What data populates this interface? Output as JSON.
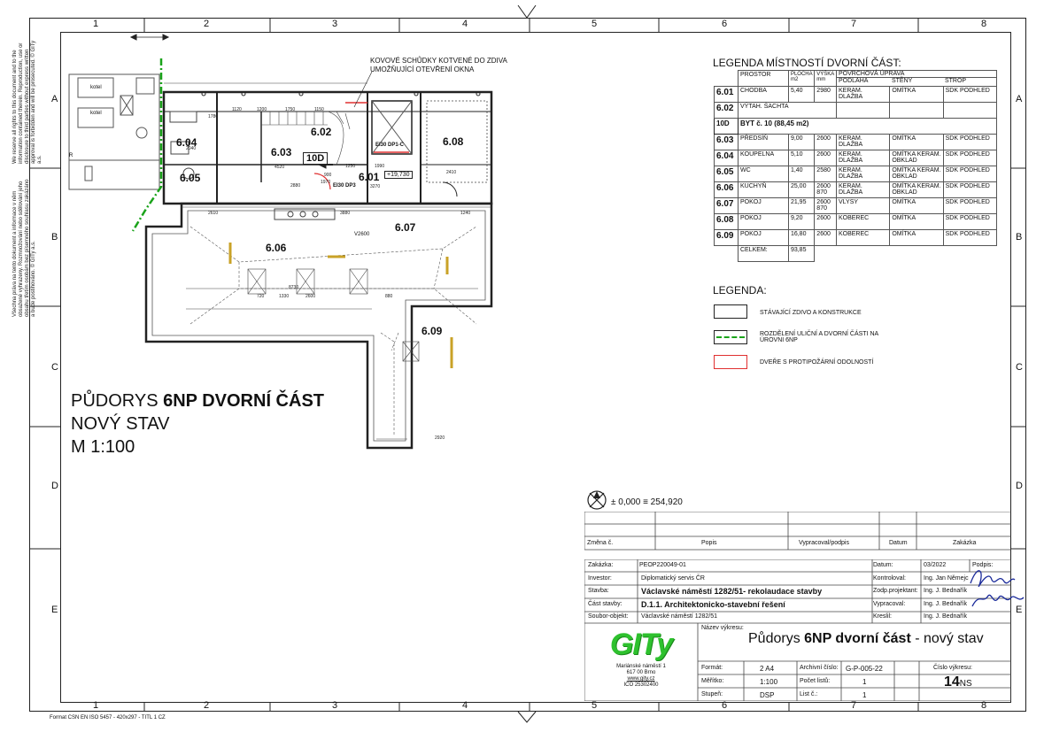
{
  "sheet": {
    "column_numbers": [
      "1",
      "2",
      "3",
      "4",
      "5",
      "6",
      "7",
      "8"
    ],
    "row_letters": [
      "A",
      "B",
      "C",
      "D",
      "E"
    ],
    "format_note": "Format CSN EN ISO 5457 - 420x297 - TITL 1 CZ",
    "side_note_en": "We reserve all rights to this document and to the information contained therein. Reproduction, use or disclosure to third parties without express written approval is forbidden and will be prosecuted. © GITy a.s.",
    "side_note_cz": "Všechna práva na tento dokument a informace v něm obsažené vyhrazeny. Rozmnožování nebo sdělování jeho obsahu třetím osobám bez písemného souhlasu zakázáno a bude postihováno. © GITy a.s."
  },
  "plan": {
    "title_prefix": "PŮDORYS ",
    "title_bold": "6NP  DVORNÍ ČÁST",
    "subtitle": "NOVÝ STAV",
    "scale": "M 1:100",
    "note": "KOVOVÉ SCHŮDKY KOTVENÉ DO ZDIVA UMOŽŇUJÍCÍ OTEVŘENÍ OKNA",
    "elevation": "± 0,000 ≡ 254,920",
    "level_mark": "+19,730",
    "apt_tag": "10D",
    "labels": [
      "kotel",
      "kotel",
      "R",
      "EI30 DP1-C",
      "EI30 DP3",
      "V2600"
    ],
    "rooms": [
      "6.01",
      "6.02",
      "6.03",
      "6.04",
      "6.05",
      "6.06",
      "6.07",
      "6.08",
      "6.09"
    ],
    "dims": [
      "1780",
      "1120",
      "1200",
      "1150",
      "1750",
      "4520",
      "2880",
      "900",
      "1970",
      "1250",
      "1990",
      "2410",
      "3270",
      "3880",
      "1240",
      "2610",
      "2040",
      "8730",
      "1330",
      "720",
      "2920",
      "2600",
      "880"
    ]
  },
  "legend_rooms": {
    "title": "LEGENDA MÍSTNOSTÍ DVORNÍ ČÁST:",
    "headers": {
      "prostor": "PROSTOR",
      "plocha": "PLOCHA m2",
      "vyska": "VÝŠKA mm",
      "povrch": "POVRCHOVÁ ÚPRAVA",
      "podlaha": "PODLAHA",
      "steny": "STĚNY",
      "strop": "STROP"
    },
    "rows": [
      {
        "num": "6.01",
        "name": "CHODBA",
        "area": "5,40",
        "height": "2980",
        "floor": "KERAM. DLAŽBA",
        "walls": "OMÍTKA",
        "ceiling": "SDK PODHLED"
      },
      {
        "num": "6.02",
        "name": "VÝTAH. ŠACHTA",
        "area": "",
        "height": "",
        "floor": "",
        "walls": "",
        "ceiling": ""
      },
      {
        "num": "10D",
        "name": "BYT č. 10 (88,45 m2)",
        "area": "",
        "height": "",
        "floor": "",
        "walls": "",
        "ceiling": ""
      },
      {
        "num": "6.03",
        "name": "PŘEDSÍŇ",
        "area": "9,00",
        "height": "2600",
        "floor": "KERAM. DLAŽBA",
        "walls": "OMÍTKA",
        "ceiling": "SDK PODHLED"
      },
      {
        "num": "6.04",
        "name": "KOUPELNA",
        "area": "5,10",
        "height": "2600",
        "floor": "KERAM. DLAŽBA",
        "walls": "OMÍTKA KERAM. OBKLAD",
        "ceiling": "SDK PODHLED"
      },
      {
        "num": "6.05",
        "name": "WC",
        "area": "1,40",
        "height": "2580",
        "floor": "KERAM. DLAŽBA",
        "walls": "OMÍTKA KERAM. OBKLAD",
        "ceiling": "SDK PODHLED"
      },
      {
        "num": "6.06",
        "name": "KUCHYŇ",
        "area": "25,00",
        "height": "2600 870",
        "floor": "KERAM. DLAŽBA",
        "walls": "OMÍTKA KERAM. OBKLAD",
        "ceiling": "SDK PODHLED"
      },
      {
        "num": "6.07",
        "name": "POKOJ",
        "area": "21,95",
        "height": "2600 870",
        "floor": "VLYSY",
        "walls": "OMÍTKA",
        "ceiling": "SDK PODHLED"
      },
      {
        "num": "6.08",
        "name": "POKOJ",
        "area": "9,20",
        "height": "2600",
        "floor": "KOBEREC",
        "walls": "OMÍTKA",
        "ceiling": "SDK PODHLED"
      },
      {
        "num": "6.09",
        "name": "POKOJ",
        "area": "16,80",
        "height": "2600",
        "floor": "KOBEREC",
        "walls": "OMÍTKA",
        "ceiling": "SDK PODHLED"
      }
    ],
    "total_label": "CELKEM:",
    "total_area": "93,85"
  },
  "legend": {
    "title": "LEGENDA:",
    "items": [
      "STÁVAJÍCÍ ZDIVO A KONSTRUKCE",
      "ROZDĚLENÍ ULIČNÍ A DVORNÍ ČÁSTI NA ÚROVNI 6NP",
      "DVEŘE S PROTIPOŽÁRNÍ ODOLNOSTÍ"
    ],
    "colors": {
      "wall": "#222222",
      "divider": "#1aa31a",
      "fire_door": "#e03030"
    }
  },
  "revisions": {
    "headers": [
      "Změna č.",
      "Popis",
      "Vypracoval/podpis",
      "Datum",
      "Zakázka"
    ]
  },
  "titleblock": {
    "rows": [
      {
        "label": "Zakázka:",
        "value": "PEOP220049-01"
      },
      {
        "label": "Investor:",
        "value": "Diplomatický servis ČR"
      },
      {
        "label": "Stavba:",
        "value": "Václavské náměstí 1282/51- rekolaudace stavby"
      },
      {
        "label": "Část stavby:",
        "value": "D.1.1. Architektonicko-stavební řešení"
      },
      {
        "label": "Soubor-objekt:",
        "value": "Václavské náměstí 1282/51"
      }
    ],
    "people": [
      {
        "label": "Datum:",
        "value": "03/2022",
        "extra": "Podpis:"
      },
      {
        "label": "Kontroloval:",
        "value": "Ing. Jan Němejc"
      },
      {
        "label": "Zodp.projektant:",
        "value": "Ing. J. Bednařík"
      },
      {
        "label": "Vypracoval:",
        "value": "Ing. J. Bednařík"
      },
      {
        "label": "Kreslil:",
        "value": "Ing. J. Bednařík"
      }
    ],
    "company": {
      "logo": "GITy",
      "address1": "Mariánské náměstí 1",
      "address2": "617 00 Brno",
      "web": "www.gity.cz",
      "ico": "IČO 25302400"
    },
    "drawing_name_label": "Název výkresu:",
    "drawing_name_prefix": "Půdorys ",
    "drawing_name_bold": "6NP dvorní část",
    "drawing_name_suffix": " - nový stav",
    "format_label": "Formát:",
    "format": "2 A4",
    "archive_label": "Archivní číslo:",
    "archive": "G-P-005-22",
    "scale_label": "Měřítko:",
    "scale": "1:100",
    "sheets_label": "Počet listů:",
    "sheets": "1",
    "stage_label": "Stupeň:",
    "stage": "DSP",
    "sheet_label": "List č.:",
    "sheet": "1",
    "drawing_no_label": "Číslo výkresu:",
    "drawing_no": "14",
    "drawing_no_suffix": "NS"
  }
}
